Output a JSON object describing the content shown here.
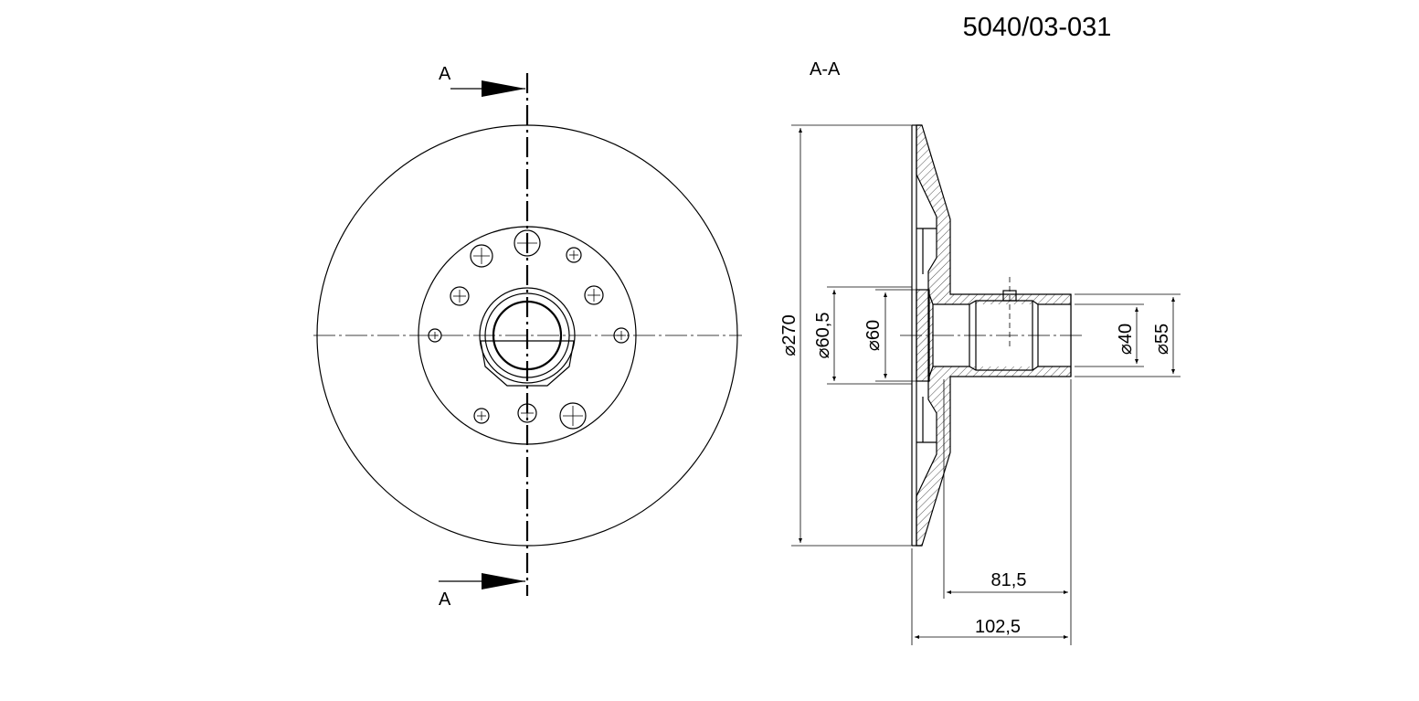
{
  "part_number": "5040/03-031",
  "section_view": {
    "title": "A-A",
    "dimensions": {
      "outer_diameter": "270",
      "flange_diameter": "60,5",
      "pilot_diameter": "60",
      "bore_diameter": "40",
      "hub_outer_diameter": "55",
      "hub_length": "81,5",
      "total_length": "102,5"
    }
  },
  "front_view": {
    "cut_label_top": "A",
    "cut_label_bottom": "A"
  },
  "symbols": {
    "diameter": "⌀"
  }
}
